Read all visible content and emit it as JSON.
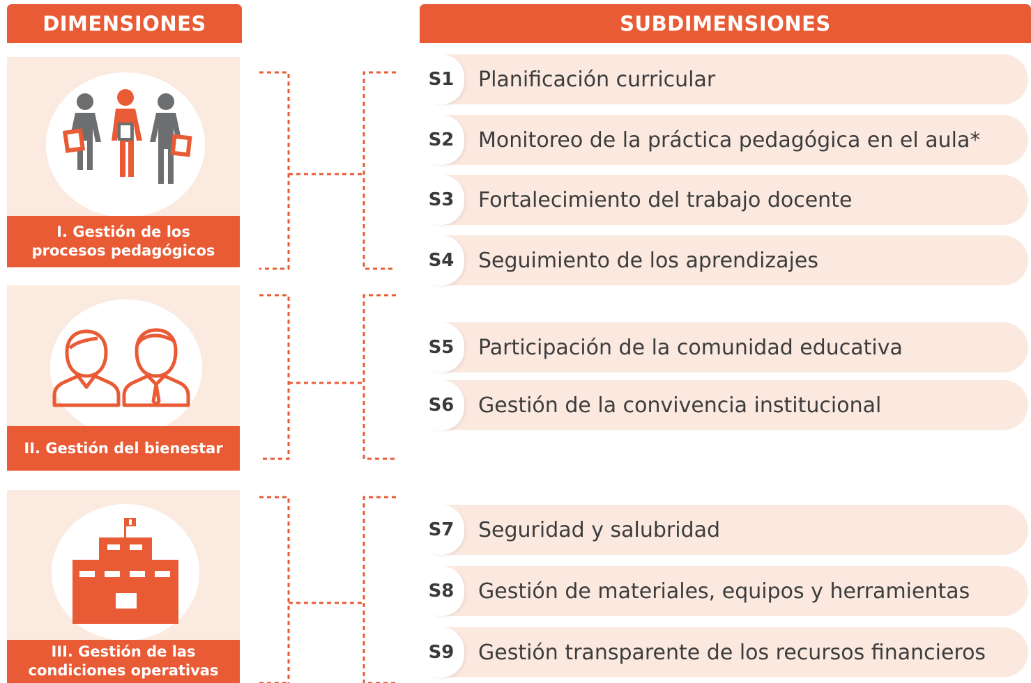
{
  "headers": {
    "dimensions": "DIMENSIONES",
    "subdimensions": "SUBDIMENSIONES"
  },
  "dimensions": [
    {
      "label_lines": [
        "I. Gestión de los",
        "procesos pedagógicos"
      ],
      "icon": "people-icon"
    },
    {
      "label_lines": [
        "II. Gestión del bienestar"
      ],
      "icon": "student-pair-icon"
    },
    {
      "label_lines": [
        "III. Gestión de las",
        "condiciones operativas"
      ],
      "icon": "school-building-icon"
    }
  ],
  "subdimensions": [
    {
      "code": "S1",
      "text": "Planificación curricular"
    },
    {
      "code": "S2",
      "text": "Monitoreo de la práctica pedagógica en el aula*"
    },
    {
      "code": "S3",
      "text": "Fortalecimiento del trabajo docente"
    },
    {
      "code": "S4",
      "text": "Seguimiento de los aprendizajes"
    },
    {
      "code": "S5",
      "text": "Participación de la comunidad educativa"
    },
    {
      "code": "S6",
      "text": "Gestión de la convivencia institucional"
    },
    {
      "code": "S7",
      "text": "Seguridad y salubridad"
    },
    {
      "code": "S8",
      "text": "Gestión de materiales, equipos y herramientas"
    },
    {
      "code": "S9",
      "text": "Gestión transparente de los recursos financieros"
    }
  ],
  "colors": {
    "accent": "#e85b35",
    "panel": "#faeae0",
    "pill": "#fbe9e0",
    "text": "#3c3c3c",
    "icon_gray": "#6d6e70"
  }
}
